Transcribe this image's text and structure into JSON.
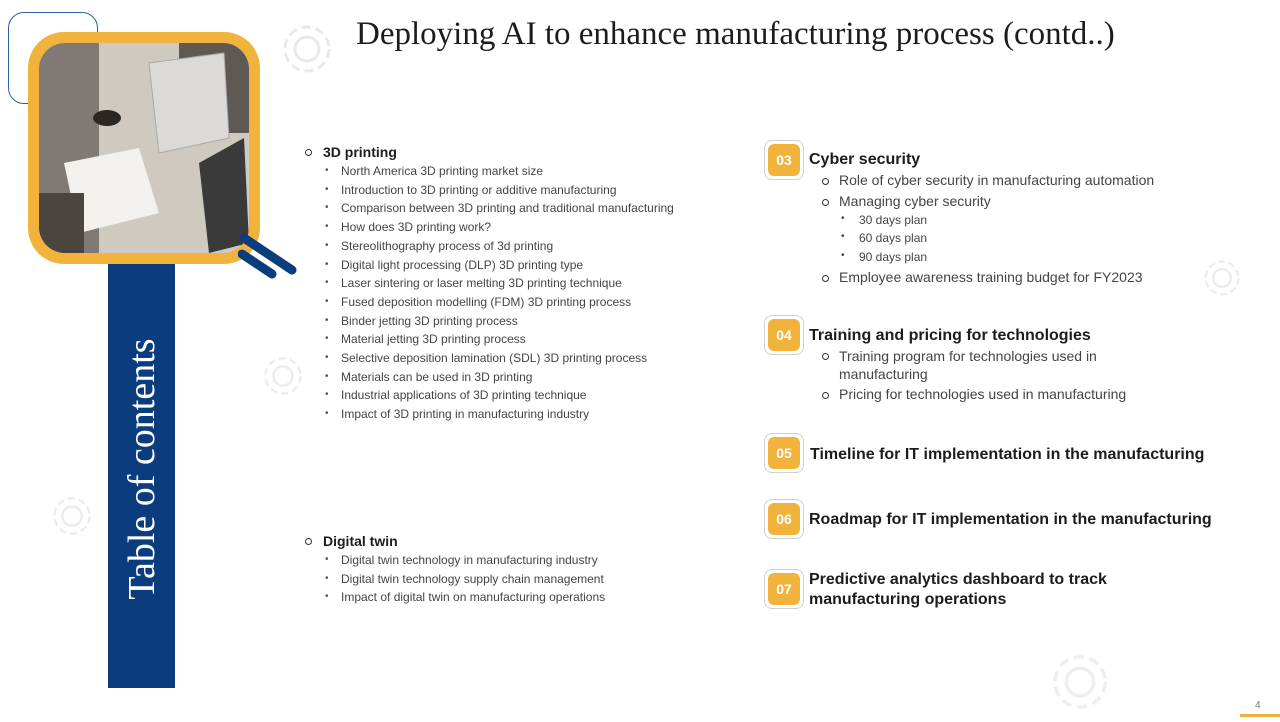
{
  "slide": {
    "title": "Deploying AI to enhance manufacturing process (contd..)",
    "side_label": "Table of contents",
    "page_number": "4",
    "accent_color": "#f2b33d",
    "band_color": "#0b3d7e"
  },
  "left_sections": [
    {
      "heading": "3D printing",
      "items": [
        "North America 3D printing market size",
        "Introduction to 3D printing or additive manufacturing",
        "Comparison between 3D printing and traditional manufacturing",
        "How does 3D printing work?",
        "Stereolithography process of 3d printing",
        "Digital light processing (DLP) 3D printing type",
        "Laser sintering or laser melting 3D printing technique",
        "Fused deposition modelling (FDM) 3D printing process",
        "Binder jetting 3D printing process",
        "Material jetting 3D printing process",
        "Selective deposition lamination (SDL) 3D printing process",
        "Materials can be used in 3D printing",
        "Industrial applications of 3D printing technique",
        "Impact of 3D printing in manufacturing industry"
      ]
    },
    {
      "heading": "Digital twin",
      "items": [
        "Digital twin technology in manufacturing industry",
        "Digital twin technology supply chain management",
        "Impact of digital twin on manufacturing operations"
      ]
    }
  ],
  "right_items": [
    {
      "number": "03",
      "title": "Cyber security",
      "subs": [
        "Role of cyber security in manufacturing automation",
        "Managing cyber security",
        "Employee awareness training budget for FY2023"
      ],
      "plans": [
        "30 days plan",
        "60 days plan",
        "90 days plan"
      ]
    },
    {
      "number": "04",
      "title": "Training and pricing for technologies",
      "subs": [
        "Training program for technologies used in manufacturing",
        "Pricing for technologies used in manufacturing"
      ]
    },
    {
      "number": "05",
      "title": "Timeline for IT implementation in the manufacturing"
    },
    {
      "number": "06",
      "title": "Roadmap for IT implementation in the manufacturing"
    },
    {
      "number": "07",
      "title": "Predictive analytics dashboard to track manufacturing operations"
    }
  ],
  "icons": {
    "gear": "gear-icon",
    "photo": "laptop-work-photo"
  }
}
